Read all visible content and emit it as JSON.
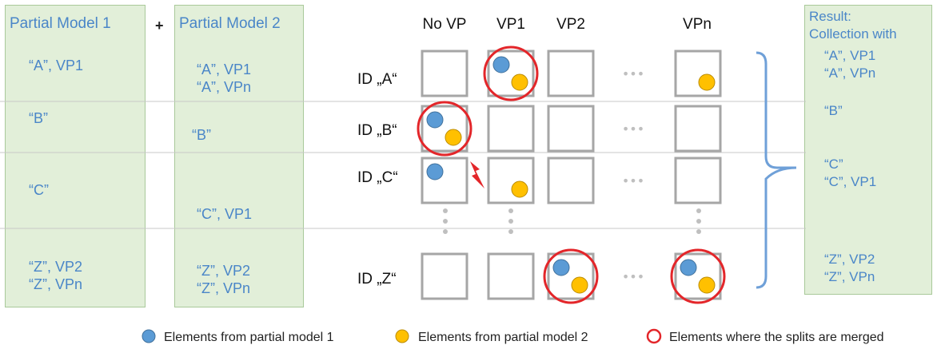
{
  "panels": {
    "model1": {
      "title": "Partial Model 1",
      "rows": [
        [
          "“A”, VP1"
        ],
        [
          "“B”"
        ],
        [
          "“C”"
        ],
        [
          "“Z”, VP2",
          "“Z”, VPn"
        ]
      ]
    },
    "plus": "+",
    "model2": {
      "title": "Partial Model 2",
      "rows": [
        [
          "“A”, VP1",
          "“A”, VPn"
        ],
        [
          "“B”"
        ],
        [
          "“C”, VP1"
        ],
        [
          "“Z”, VP2",
          "“Z”, VPn"
        ]
      ]
    },
    "result": {
      "title_lines": [
        "Result:",
        "Collection with"
      ],
      "rows": [
        [
          "“A”, VP1",
          "“A”, VPn"
        ],
        [
          "“B”"
        ],
        [
          "“C”",
          "“C”, VP1"
        ],
        [
          "“Z”, VP2",
          "“Z”, VPn"
        ]
      ]
    }
  },
  "grid": {
    "columns": [
      "No VP",
      "VP1",
      "VP2",
      "VPn"
    ],
    "row_ids": [
      "ID „A“",
      "ID „B“",
      "ID „C“",
      "ID „Z“"
    ],
    "ellipsis": "•••",
    "cells": [
      [
        {
          "blue": false,
          "yellow": false,
          "merged": false
        },
        {
          "blue": true,
          "yellow": true,
          "merged": true
        },
        {
          "blue": false,
          "yellow": false,
          "merged": false
        },
        {
          "blue": false,
          "yellow": true,
          "merged": false
        }
      ],
      [
        {
          "blue": true,
          "yellow": true,
          "merged": true
        },
        {
          "blue": false,
          "yellow": false,
          "merged": false
        },
        {
          "blue": false,
          "yellow": false,
          "merged": false
        },
        {
          "blue": false,
          "yellow": false,
          "merged": false
        }
      ],
      [
        {
          "blue": true,
          "yellow": false,
          "merged": false
        },
        {
          "blue": false,
          "yellow": true,
          "merged": false
        },
        {
          "blue": false,
          "yellow": false,
          "merged": false
        },
        {
          "blue": false,
          "yellow": false,
          "merged": false
        }
      ],
      [
        {
          "blue": false,
          "yellow": false,
          "merged": false
        },
        {
          "blue": false,
          "yellow": false,
          "merged": false
        },
        {
          "blue": true,
          "yellow": true,
          "merged": true
        },
        {
          "blue": true,
          "yellow": true,
          "merged": true
        }
      ]
    ],
    "conflict_icon": "lightning-bolt-icon"
  },
  "legend": {
    "model1": "Elements from partial model 1",
    "model2": "Elements from partial model 2",
    "merged": "Elements where the splits are merged"
  },
  "colors": {
    "panel_fill": "#e2efd9",
    "panel_border": "#a9c99a",
    "text_blue": "#4a86c8",
    "dot_blue": "#5b9bd5",
    "dot_yellow": "#ffc000",
    "merge_ring": "#e3262a",
    "brace": "#6fa0d8",
    "cell_border": "#a6a6a6"
  }
}
